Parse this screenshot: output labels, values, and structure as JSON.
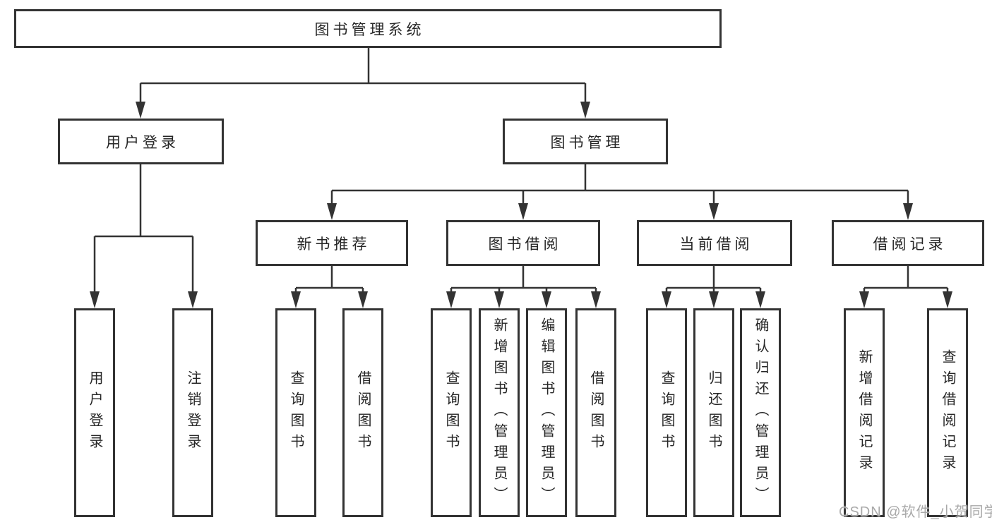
{
  "diagram": {
    "root_label": "图书管理系统",
    "branches": [
      {
        "label": "用户登录",
        "children": [
          {
            "label": "用户登录"
          },
          {
            "label": "注销登录"
          }
        ]
      },
      {
        "label": "图书管理",
        "children": [
          {
            "label": "新书推荐",
            "children": [
              {
                "label": "查询图书"
              },
              {
                "label": "借阅图书"
              }
            ]
          },
          {
            "label": "图书借阅",
            "children": [
              {
                "label": "查询图书"
              },
              {
                "label": "新增图书（管理员）"
              },
              {
                "label": "编辑图书（管理员）"
              },
              {
                "label": "借阅图书"
              }
            ]
          },
          {
            "label": "当前借阅",
            "children": [
              {
                "label": "查询图书"
              },
              {
                "label": "归还图书"
              },
              {
                "label": "确认归还（管理员）"
              }
            ]
          },
          {
            "label": "借阅记录",
            "children": [
              {
                "label": "新增借阅记录"
              },
              {
                "label": "查询借阅记录"
              }
            ]
          }
        ]
      }
    ],
    "watermark": "CSDN @软件_小贺同学",
    "colors": {
      "line": "#333333",
      "text": "#262626",
      "background": "#ffffff",
      "watermark": "#a9a9a9"
    }
  }
}
